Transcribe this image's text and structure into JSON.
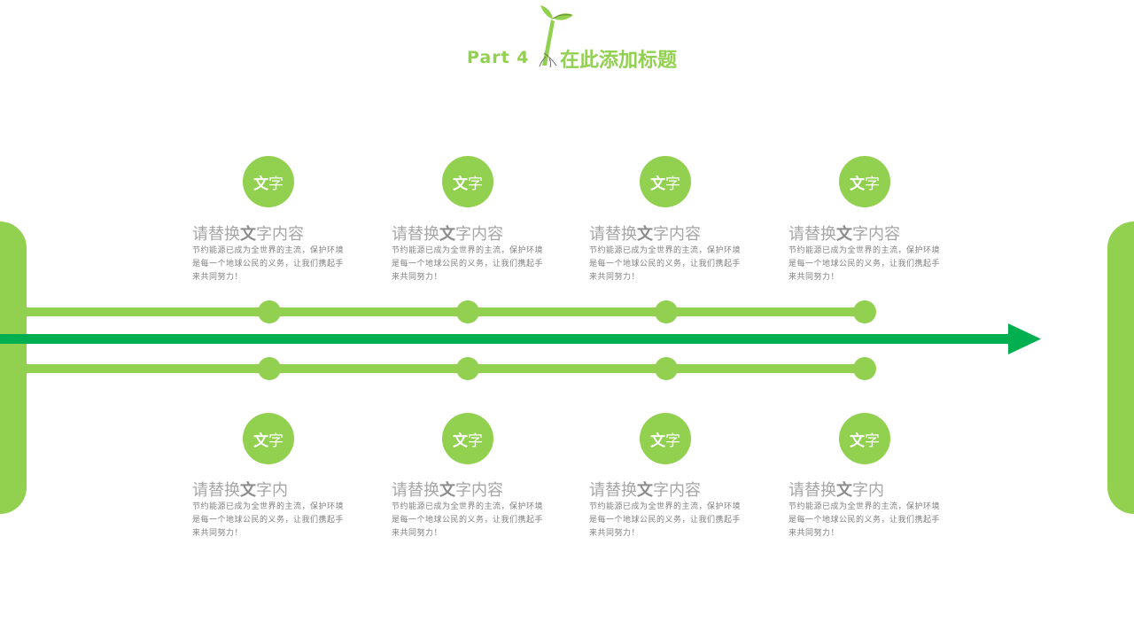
{
  "header": {
    "part_label": "Part 4",
    "title": "在此添加标题"
  },
  "colors": {
    "accent_light": "#92d050",
    "accent_dark": "#00b050",
    "heading_text": "#a6a6a6",
    "body_text": "#808080"
  },
  "items_top": [
    {
      "badge_a": "文",
      "badge_b": "字",
      "heading_a": "请替换",
      "heading_b": "文",
      "heading_c": "字内容",
      "desc": "节约能源已成为全世界的主流，保护环境是每一个地球公民的义务，让我们携起手来共同努力！"
    },
    {
      "badge_a": "文",
      "badge_b": "字",
      "heading_a": "请替换",
      "heading_b": "文",
      "heading_c": "字内容",
      "desc": "节约能源已成为全世界的主流，保护环境是每一个地球公民的义务，让我们携起手来共同努力！"
    },
    {
      "badge_a": "文",
      "badge_b": "字",
      "heading_a": "请替换",
      "heading_b": "文",
      "heading_c": "字内容",
      "desc": "节约能源已成为全世界的主流，保护环境是每一个地球公民的义务，让我们携起手来共同努力！"
    },
    {
      "badge_a": "文",
      "badge_b": "字",
      "heading_a": "请替换",
      "heading_b": "文",
      "heading_c": "字内容",
      "desc": "节约能源已成为全世界的主流，保护环境是每一个地球公民的义务，让我们携起手来共同努力！"
    }
  ],
  "items_bottom": [
    {
      "badge_a": "文",
      "badge_b": "字",
      "heading_a": "请替换",
      "heading_b": "文",
      "heading_c": "字内",
      "desc": "节约能源已成为全世界的主流，保护环境是每一个地球公民的义务，让我们携起手来共同努力！"
    },
    {
      "badge_a": "文",
      "badge_b": "字",
      "heading_a": "请替换",
      "heading_b": "文",
      "heading_c": "字内容",
      "desc": "节约能源已成为全世界的主流，保护环境是每一个地球公民的义务，让我们携起手来共同努力！"
    },
    {
      "badge_a": "文",
      "badge_b": "字",
      "heading_a": "请替换",
      "heading_b": "文",
      "heading_c": "字内容",
      "desc": "节约能源已成为全世界的主流，保护环境是每一个地球公民的义务，让我们携起手来共同努力！"
    },
    {
      "badge_a": "文",
      "badge_b": "字",
      "heading_a": "请替换",
      "heading_b": "文",
      "heading_c": "字内",
      "desc": "节约能源已成为全世界的主流，保护环境是每一个地球公民的义务，让我们携起手来共同努力！"
    }
  ]
}
